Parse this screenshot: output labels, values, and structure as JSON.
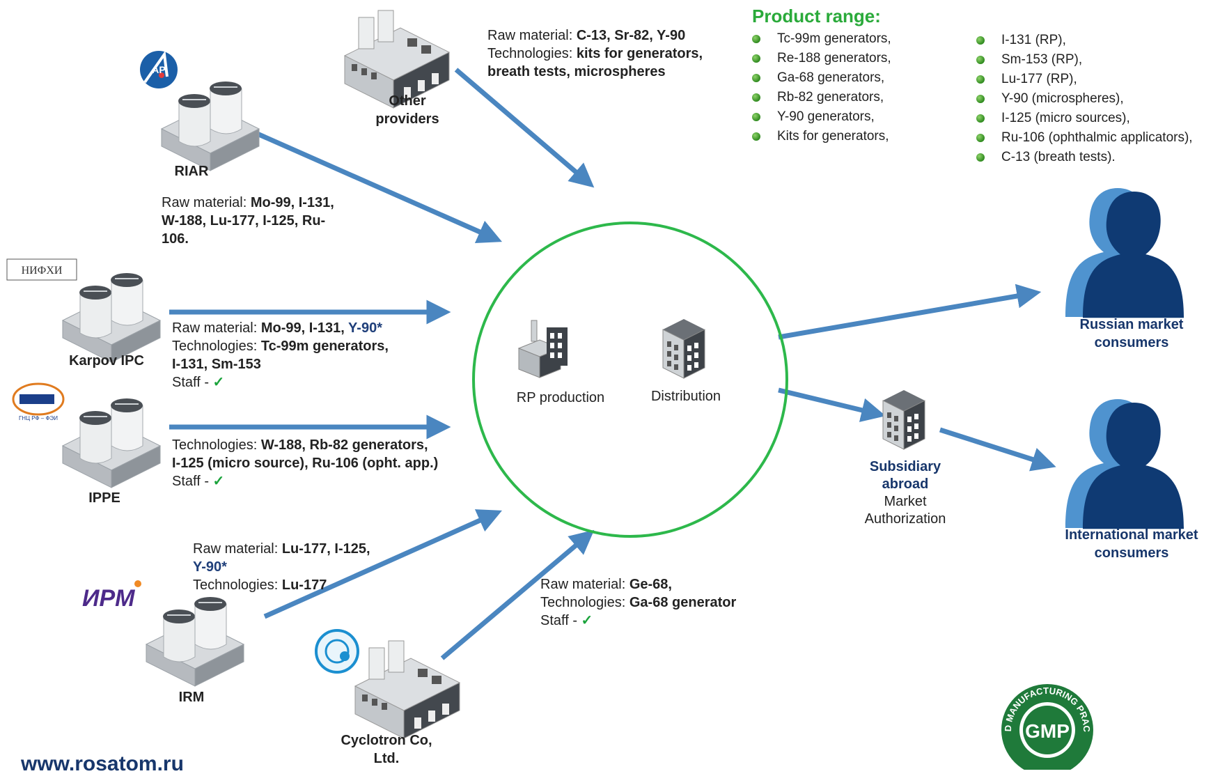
{
  "hub": {
    "production_label": "RP production",
    "distribution_label": "Distribution"
  },
  "providers": {
    "other": {
      "name_line1": "Other",
      "name_line2": "providers"
    },
    "riar": {
      "name": "RIAR",
      "logo_text": "АР"
    },
    "karpov": {
      "name": "Karpov IPC",
      "logo_text": "НИФХИ"
    },
    "ippe": {
      "name": "IPPE",
      "logo_text": "ГНЦ РФ – ФЭИ"
    },
    "irm": {
      "name": "IRM",
      "logo_text": "ИРМ"
    },
    "cyclotron": {
      "name_line1": "Cyclotron Co,",
      "name_line2": "Ltd."
    }
  },
  "flows": {
    "other": {
      "raw_prefix": "Raw material: ",
      "raw": "C-13, Sr-82, Y-90",
      "tech_prefix": "Technologies: ",
      "tech_line1": "kits for generators,",
      "tech_line2": "breath tests, microspheres"
    },
    "riar": {
      "raw_prefix": "Raw material: ",
      "raw_line1": "Mo-99, I-131,",
      "raw_line2": "W-188, Lu-177, I-125, Ru-",
      "raw_line3": "106."
    },
    "karpov": {
      "raw_prefix": "Raw material: ",
      "raw": "Mo-99, I-131, ",
      "raw_star": "Y-90*",
      "tech_prefix": "Technologies: ",
      "tech_line1": "Tc-99m generators,",
      "tech_line2": "I-131, Sm-153",
      "staff_prefix": "Staff - ",
      "staff_mark": "✓"
    },
    "ippe": {
      "tech_prefix": "Technologies: ",
      "tech_line1": "W-188, Rb-82 generators,",
      "tech_line2": "I-125 (micro source), Ru-106 (opht. app.)",
      "staff_prefix": "Staff - ",
      "staff_mark": "✓"
    },
    "irm": {
      "raw_prefix": "Raw material: ",
      "raw_line1": "Lu-177, I-125,",
      "raw_star": "Y-90*",
      "tech_prefix": "Technologies: ",
      "tech": "Lu-177"
    },
    "cyclotron": {
      "raw_prefix": "Raw material: ",
      "raw": "Ge-68,",
      "tech_prefix": "Technologies: ",
      "tech": "Ga-68 generator",
      "staff_prefix": "Staff - ",
      "staff_mark": "✓"
    }
  },
  "product_range": {
    "title": "Product range:",
    "col1": [
      "Tc-99m generators,",
      "Re-188 generators,",
      "Ga-68 generators,",
      "Rb-82 generators,",
      "Y-90 generators,",
      "Kits for generators,"
    ],
    "col2": [
      "I-131 (RP),",
      "Sm-153 (RP),",
      "Lu-177 (RP),",
      "Y-90 (microspheres),",
      "I-125 (micro sources),",
      "Ru-106 (ophthalmic applicators),",
      "C-13 (breath tests)."
    ]
  },
  "consumers": {
    "russian_line1": "Russian market",
    "russian_line2": "consumers",
    "international_line1": "International market",
    "international_line2": "consumers"
  },
  "subsidiary": {
    "line1": "Subsidiary",
    "line2": "abroad",
    "line3": "Market",
    "line4": "Authorization"
  },
  "gmp": {
    "center": "GMP",
    "ring": "GOOD MANUFACTURING PRACTICE"
  },
  "footer": {
    "website": "www.rosatom.ru"
  },
  "colors": {
    "arrow": "#4a86c0",
    "hub_ring": "#2db84b",
    "consumer_dark": "#0f3a73",
    "consumer_light": "#4f93cf",
    "gmp": "#1f7a3a"
  }
}
